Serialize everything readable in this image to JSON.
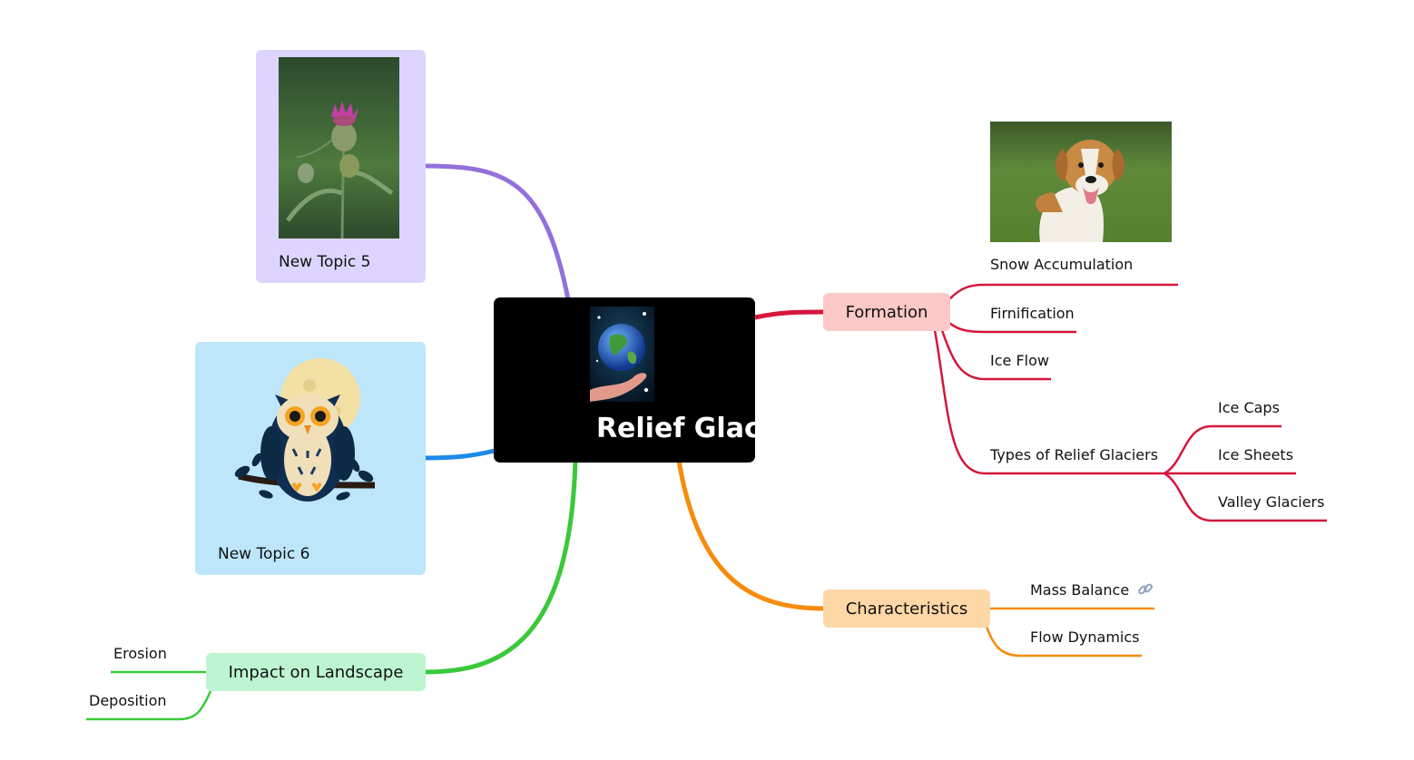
{
  "central": {
    "title": "Relief Glaciers",
    "image": "earth-in-hand-icon"
  },
  "topics": {
    "formation": {
      "label": "Formation",
      "color": "#d6163c",
      "fill": "#fcc8c8",
      "image": "dog-photo",
      "children": [
        "Snow Accumulation",
        "Firnification",
        "Ice Flow",
        "Types of Relief Glaciers"
      ],
      "types_children": [
        "Ice Caps",
        "Ice Sheets",
        "Valley Glaciers"
      ]
    },
    "characteristics": {
      "label": "Characteristics",
      "color": "#f68b0c",
      "fill": "#fdd7a6",
      "children": [
        "Mass Balance",
        "Flow Dynamics"
      ],
      "link_icon": "link-icon"
    },
    "impact": {
      "label": "Impact on Landscape",
      "color": "#39c93a",
      "fill": "#bdf5d3",
      "children": [
        "Erosion",
        "Deposition"
      ]
    },
    "topic5": {
      "label": "New Topic 5",
      "color": "#9370db",
      "fill": "#ddd5ff",
      "image": "thistle-photo"
    },
    "topic6": {
      "label": "New Topic 6",
      "color": "#1e8ae8",
      "fill": "#bde6fa",
      "image": "owl-on-branch-illustration"
    }
  }
}
